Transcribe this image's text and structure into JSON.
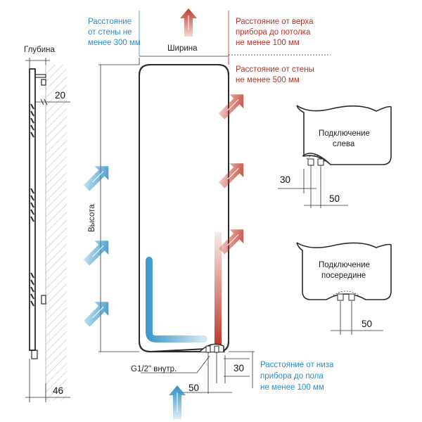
{
  "colors": {
    "blue": "#2a8ec4",
    "red": "#c0392b",
    "outline": "#2a2a2a",
    "dim": "#333333",
    "hatch": "#bdbdbd"
  },
  "labels": {
    "depth": "Глубина",
    "width": "Ширина",
    "height": "Высота",
    "dim_20": "20",
    "dim_46": "46",
    "dim_30_main": "30",
    "dim_50_main": "50",
    "dim_30_left": "30",
    "dim_50_left": "50",
    "dim_50_mid": "50",
    "thread": "G1/2\" внутр."
  },
  "notes": {
    "wall_min_lines": [
      "Расстояние",
      "от стены не",
      "менее 300 мм"
    ],
    "ceiling_lines": [
      "Расстояние от верха",
      "прибора до потолка",
      "не менее 100 мм"
    ],
    "wall_front_lines": [
      "Расстояние от стены",
      "не менее 500 мм"
    ],
    "floor_lines": [
      "Расстояние от низа",
      "прибора до пола",
      "не менее 100 мм"
    ]
  },
  "details": {
    "left_connection_lines": [
      "Подключение",
      "слева"
    ],
    "middle_connection_lines": [
      "Подключение",
      "посередине"
    ]
  },
  "icons": {
    "airflow_cold": "arrow-up-right-blue",
    "airflow_hot": "arrow-up-right-red",
    "airflow_up_hot": "arrow-up-red",
    "airflow_up_cold": "arrow-up-blue"
  }
}
